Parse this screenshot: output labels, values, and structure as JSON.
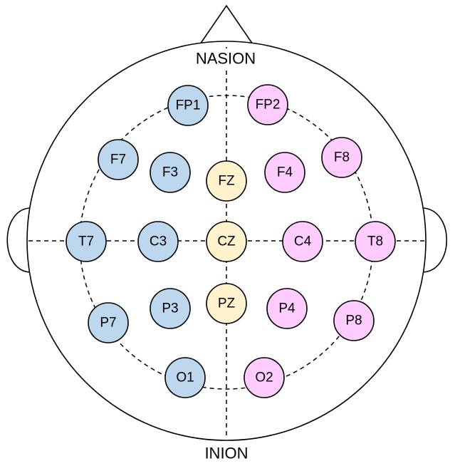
{
  "landmarks": {
    "nasion": "NASION",
    "inion": "INION"
  },
  "colors": {
    "left_hemisphere": "#bdd7ee",
    "midline": "#fff2cc",
    "right_hemisphere": "#ffccff",
    "outline": "#000000",
    "background": "#ffffff"
  },
  "electrodes": [
    {
      "label": "FP1",
      "region": "left_hemisphere"
    },
    {
      "label": "FP2",
      "region": "right_hemisphere"
    },
    {
      "label": "F7",
      "region": "left_hemisphere"
    },
    {
      "label": "F3",
      "region": "left_hemisphere"
    },
    {
      "label": "FZ",
      "region": "midline"
    },
    {
      "label": "F4",
      "region": "right_hemisphere"
    },
    {
      "label": "F8",
      "region": "right_hemisphere"
    },
    {
      "label": "T7",
      "region": "left_hemisphere"
    },
    {
      "label": "C3",
      "region": "left_hemisphere"
    },
    {
      "label": "CZ",
      "region": "midline"
    },
    {
      "label": "C4",
      "region": "right_hemisphere"
    },
    {
      "label": "T8",
      "region": "right_hemisphere"
    },
    {
      "label": "P7",
      "region": "left_hemisphere"
    },
    {
      "label": "P3",
      "region": "left_hemisphere"
    },
    {
      "label": "PZ",
      "region": "midline"
    },
    {
      "label": "P4",
      "region": "right_hemisphere"
    },
    {
      "label": "P8",
      "region": "right_hemisphere"
    },
    {
      "label": "O1",
      "region": "left_hemisphere"
    },
    {
      "label": "O2",
      "region": "right_hemisphere"
    }
  ]
}
